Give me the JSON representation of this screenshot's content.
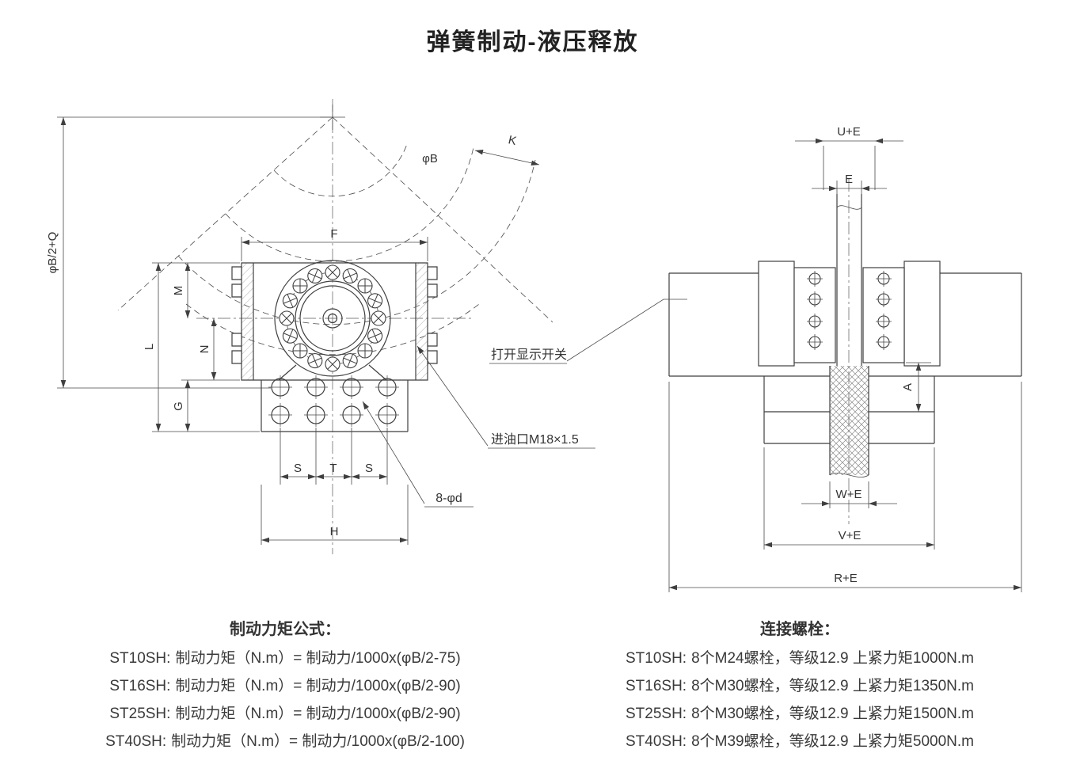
{
  "title": "弹簧制动-液压释放",
  "front_view": {
    "labels": {
      "radius_total": "φB/2+Q",
      "disc_diameter": "φB",
      "k": "K",
      "f": "F",
      "m": "M",
      "l": "L",
      "n": "N",
      "g": "G",
      "s_left": "S",
      "t": "T",
      "s_right": "S",
      "h": "H",
      "bolt_holes": "8-φd",
      "oil_port": "进油口M18×1.5"
    }
  },
  "side_view": {
    "labels": {
      "u_e": "U+E",
      "e": "E",
      "a": "A",
      "w_e": "W+E",
      "v_e": "V+E",
      "r_e": "R+E",
      "switch": "打开显示开关"
    }
  },
  "torque_formulas": {
    "heading": "制动力矩公式：",
    "rows": [
      {
        "model": "ST10SH:",
        "formula": "制动力矩（N.m）= 制动力/1000x(φB/2-75)"
      },
      {
        "model": "ST16SH:",
        "formula": "制动力矩（N.m）= 制动力/1000x(φB/2-90)"
      },
      {
        "model": "ST25SH:",
        "formula": "制动力矩（N.m）= 制动力/1000x(φB/2-90)"
      },
      {
        "model": "ST40SH:",
        "formula": "制动力矩（N.m）= 制动力/1000x(φB/2-100)"
      }
    ]
  },
  "connection_bolts": {
    "heading": "连接螺栓：",
    "rows": [
      {
        "model": "ST10SH:",
        "spec": "8个M24螺栓，等级12.9 上紧力矩1000N.m"
      },
      {
        "model": "ST16SH:",
        "spec": "8个M30螺栓，等级12.9 上紧力矩1350N.m"
      },
      {
        "model": "ST25SH:",
        "spec": "8个M30螺栓，等级12.9 上紧力矩1500N.m"
      },
      {
        "model": "ST40SH:",
        "spec": "8个M39螺栓，等级12.9 上紧力矩5000N.m"
      }
    ]
  }
}
